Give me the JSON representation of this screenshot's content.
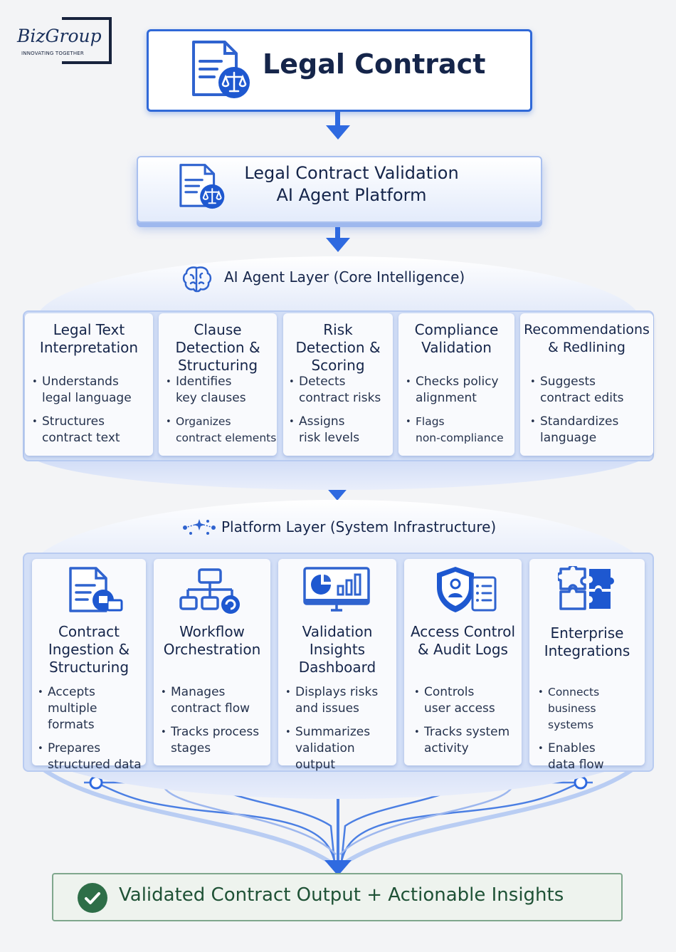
{
  "logo": {
    "brand": "BizGroup",
    "tagline": "INNOVATING TOGETHER"
  },
  "header": {
    "title": "Legal Contract"
  },
  "platform_box": {
    "line1": "Legal Contract Validation",
    "line2": "AI Agent Platform"
  },
  "ai_layer": {
    "title": "AI Agent Layer (Core Intelligence)",
    "cards": [
      {
        "title": "Legal Text\nInterpretation",
        "bullets": [
          "Understands\nlegal language",
          "Structures\ncontract text"
        ]
      },
      {
        "title": "Clause\nDetection &\nStructuring",
        "bullets": [
          "Identifies\nkey clauses",
          "Organizes\ncontract elements"
        ]
      },
      {
        "title": "Risk\nDetection &\nScoring",
        "bullets": [
          "Detects\ncontract risks",
          "Assigns\nrisk levels"
        ]
      },
      {
        "title": "Compliance\nValidation",
        "bullets": [
          "Checks policy\nalignment",
          "Flags\nnon-compliance"
        ]
      },
      {
        "title": "Recommendations\n& Redlining",
        "bullets": [
          "Suggests\ncontract edits",
          "Standardizes\nlanguage"
        ]
      }
    ]
  },
  "platform_layer": {
    "title": "Platform Layer (System Infrastructure)",
    "cards": [
      {
        "title": "Contract\nIngestion &\nStructuring",
        "icon": "document-ingest-icon",
        "bullets": [
          "Accepts\nmultiple formats",
          "Prepares\nstructured data"
        ]
      },
      {
        "title": "Workflow\nOrchestration",
        "icon": "workflow-icon",
        "bullets": [
          "Manages\ncontract flow",
          "Tracks process\nstages"
        ]
      },
      {
        "title": "Validation\nInsights\nDashboard",
        "icon": "dashboard-icon",
        "bullets": [
          "Displays risks\nand issues",
          "Summarizes\nvalidation output"
        ]
      },
      {
        "title": "Access Control\n& Audit Logs",
        "icon": "shield-user-icon",
        "bullets": [
          "Controls\nuser access",
          "Tracks system\nactivity"
        ]
      },
      {
        "title": "Enterprise\nIntegrations",
        "icon": "puzzle-icon",
        "bullets": [
          "Connects\nbusiness systems",
          "Enables\ndata flow"
        ]
      }
    ]
  },
  "output": {
    "label": "Validated Contract Output + Actionable Insights"
  },
  "colors": {
    "accent": "#3069d8",
    "dark_text": "#15254a",
    "success": "#2e6e48"
  }
}
